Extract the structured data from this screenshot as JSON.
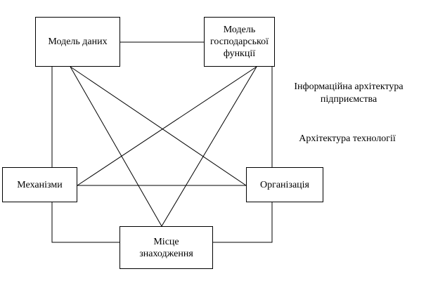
{
  "nodes": {
    "data_model": "Модель даних",
    "business_model": "Модель\nгосподарської\nфункції",
    "mechanisms": "Механізми",
    "organization": "Організація",
    "location": "Місце\nзнаходження"
  },
  "labels": {
    "info_architecture": "Інформаційна архітектура\nпідприємства",
    "tech_architecture": "Архітектура технології"
  },
  "colors": {
    "line": "#000000",
    "background": "#ffffff"
  }
}
